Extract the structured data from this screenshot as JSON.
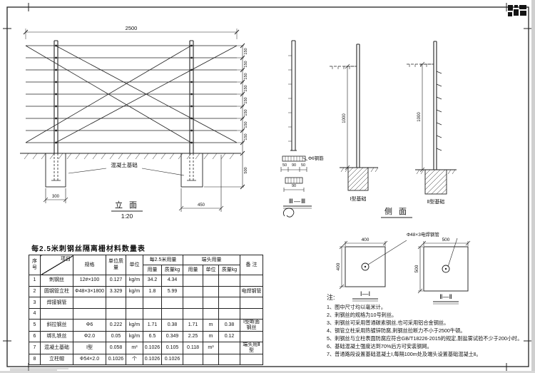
{
  "drawing": {
    "elevation": {
      "title": "立 面",
      "scale": "1:20",
      "concrete_label": "混凝土基础",
      "dim_width": "2500",
      "dim_found_left": "300",
      "dim_found_right": "450",
      "dim_wire_gap": "150",
      "dim_depth": "500"
    },
    "section3": {
      "label": "Ⅲ—Ⅲ",
      "rebar_label": "Φ6钢筋",
      "dim_a": "50",
      "dim_b": "90",
      "dim_c": "50"
    },
    "side": {
      "title": "侧 面",
      "dim_height": "1000",
      "foundation1_label": "Ⅰ型基础",
      "foundation2_label": "Ⅱ型基础"
    },
    "plans": {
      "label1": "Ⅰ—Ⅰ",
      "label2": "Ⅱ—Ⅱ",
      "pipe_label": "Φ48×3电焊钢管",
      "dim1": "400",
      "dim2": "500"
    }
  },
  "table": {
    "title": "每2.5米刺钢丝隔离栅材料数量表",
    "headers": {
      "no": "序号",
      "item": "项目",
      "spec": "规格",
      "unit_mass": "单位质量",
      "unit": "单位",
      "per25": "每2.5米用量",
      "end": "端头用量",
      "qty": "用量",
      "mass": "质量kg",
      "remark": "备 注"
    },
    "rows": [
      [
        "1",
        "刺钢丝",
        "12#×100",
        "0.127",
        "kg/m",
        "34.2",
        "4.34",
        "",
        "",
        "",
        ""
      ],
      [
        "2",
        "圆钢管立柱",
        "Φ48×3×1800",
        "3.329",
        "kg/m",
        "1.8",
        "5.99",
        "",
        "",
        "",
        "电焊钢管"
      ],
      [
        "3",
        "焊接钢管",
        "",
        "",
        "",
        "",
        "",
        "",
        "",
        "",
        ""
      ],
      [
        "4",
        "",
        "",
        "",
        "",
        "",
        "",
        "",
        "",
        "",
        ""
      ],
      [
        "5",
        "斜拉钢丝",
        "Φ6",
        "0.222",
        "kg/m",
        "1.71",
        "0.38",
        "1.71",
        "m",
        "0.38",
        "Ⅰ型断面钢丝"
      ],
      [
        "6",
        "绑扎铁丝",
        "Φ2.0",
        "0.05",
        "kg/m",
        "6.5",
        "0.349",
        "2.25",
        "m",
        "0.12",
        ""
      ],
      [
        "7",
        "混凝土基础",
        "Ⅰ型",
        "0.058",
        "m³",
        "0.1026",
        "0.105",
        "0.118",
        "m³",
        "",
        "端头用Ⅱ型"
      ],
      [
        "8",
        "立柱帽",
        "Φ54×2.0",
        "0.1026",
        "个",
        "0.1026",
        "0.1026",
        "",
        "",
        "",
        ""
      ]
    ]
  },
  "notes": {
    "title": "注:",
    "items": [
      "1、图中尺寸均以毫米计。",
      "2、刺钢丝的规格为10号刺丝。",
      "3、刺钢丝可采用普通碳素钢丝,也可采用铝合金钢丝。",
      "4、钢管立柱采用热镀锌防腐,刺钢丝拉断力不小于2500牛顿。",
      "5、刺钢丝与立柱表面防腐应符合GB/T18226-2015的规定,耐盐雾试验不少于200小时。",
      "6、基础混凝土强度达到70%后方可安装钢网。",
      "7、普通路段设置基础混凝土Ⅰ,每隔100m处及端头设置基础混凝土Ⅱ。"
    ]
  }
}
